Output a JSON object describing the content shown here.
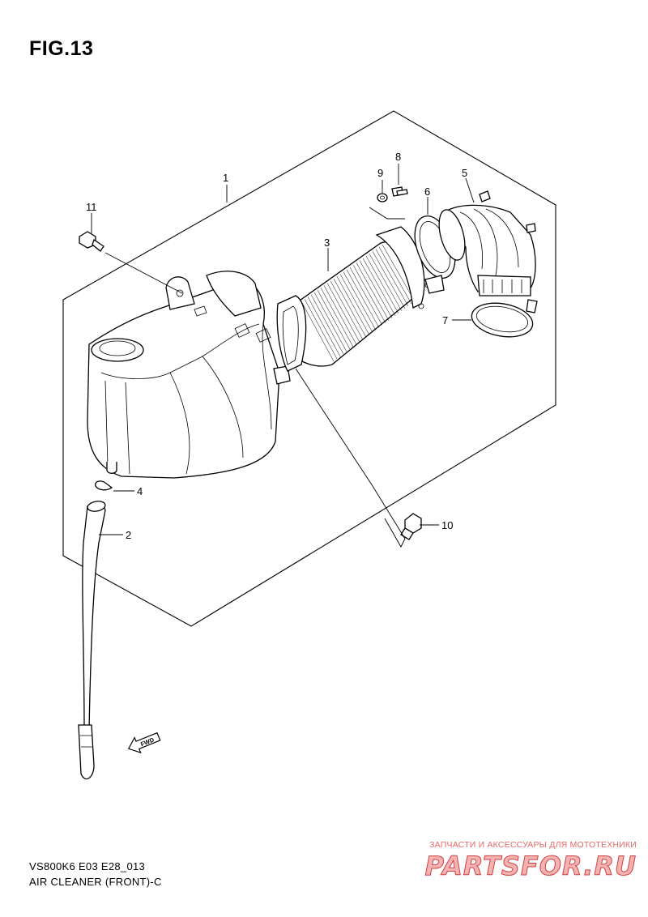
{
  "figure": {
    "title": "FIG.13"
  },
  "callouts": [
    {
      "id": "c1",
      "label": "1"
    },
    {
      "id": "c2",
      "label": "2"
    },
    {
      "id": "c3",
      "label": "3"
    },
    {
      "id": "c4",
      "label": "4"
    },
    {
      "id": "c5",
      "label": "5"
    },
    {
      "id": "c6",
      "label": "6"
    },
    {
      "id": "c7",
      "label": "7"
    },
    {
      "id": "c8",
      "label": "8"
    },
    {
      "id": "c9",
      "label": "9"
    },
    {
      "id": "c10",
      "label": "10"
    },
    {
      "id": "c11",
      "label": "11"
    }
  ],
  "fwd_marker": {
    "label": "FWD",
    "icon": "arrow-left-icon"
  },
  "footer": {
    "model_code": "VS800K6 E03 E28_013",
    "section_name": "AIR CLEANER (FRONT)-C"
  },
  "watermark": {
    "tagline": "ЗАПЧАСТИ И АКСЕССУАРЫ ДЛЯ МОТОТЕХНИКИ",
    "logo": "PARTSFOR.RU",
    "color": "#d24040"
  }
}
